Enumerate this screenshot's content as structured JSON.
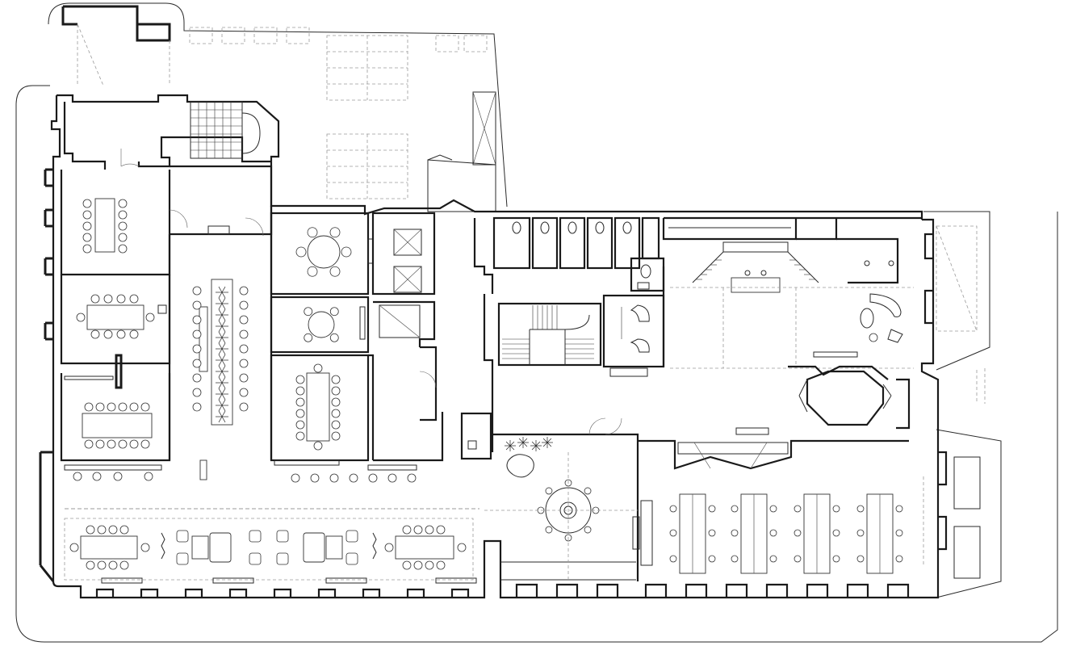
{
  "drawing": {
    "type": "architectural floor plan",
    "text_labels": []
  },
  "colors": {
    "walls": "#1a1a1a",
    "furniture": "#333333",
    "hidden_lines": "#9a9a9a",
    "background": "#ffffff"
  },
  "rooms": [
    {
      "name": "meeting-room-west-1",
      "seats": 10
    },
    {
      "name": "meeting-room-west-2",
      "seats": 10
    },
    {
      "name": "meeting-room-west-3",
      "seats": 12
    },
    {
      "name": "central-workspace-with-planter",
      "seats": 18
    },
    {
      "name": "round-meeting-room-1",
      "seats": 6
    },
    {
      "name": "round-meeting-room-2",
      "seats": 4
    },
    {
      "name": "boardroom",
      "seats": 14
    },
    {
      "name": "open-office-east",
      "desk_clusters": 4
    },
    {
      "name": "lounge-east",
      "seats": 3
    },
    {
      "name": "lobby-round-table",
      "seats": 8
    },
    {
      "name": "lounge-south",
      "zones": 7
    }
  ],
  "cores": [
    {
      "name": "stair-north-west"
    },
    {
      "name": "stair-central"
    },
    {
      "name": "elevators",
      "count": 2
    },
    {
      "name": "restrooms",
      "stalls": 5
    }
  ]
}
